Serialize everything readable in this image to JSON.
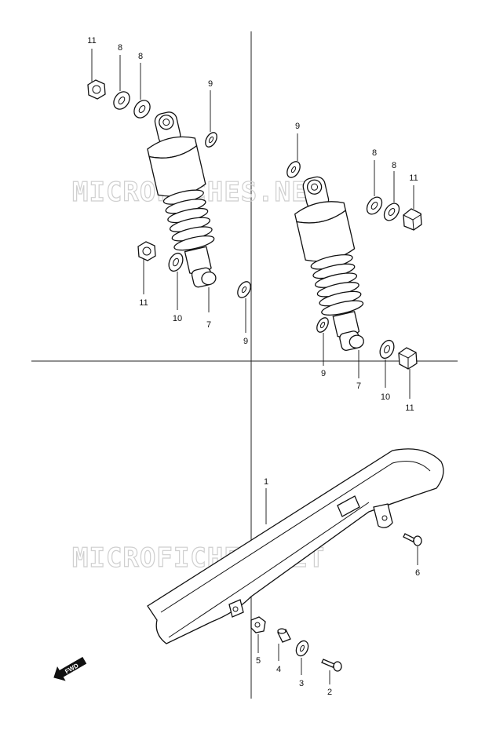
{
  "watermark": "MICROFICHES.NET",
  "fwd_label": "FWD",
  "callouts": {
    "nut_11_top": "11",
    "washer_8_a": "8",
    "washer_8_b": "8",
    "washer_9_top_left": "9",
    "nut_11_left": "11",
    "washer_10_left": "10",
    "bush_7_left": "7",
    "washer_9_left_low": "9",
    "washer_9_right_top": "9",
    "washer_8_c": "8",
    "washer_8_d": "8",
    "nut_11_right": "11",
    "washer_9_right_low": "9",
    "bush_7_right": "7",
    "washer_10_right": "10",
    "nut_11_right_low": "11",
    "chain_case_1": "1",
    "bolt_6": "6",
    "cushion_5": "5",
    "spacer_4": "4",
    "washer_3": "3",
    "bolt_2": "2"
  }
}
